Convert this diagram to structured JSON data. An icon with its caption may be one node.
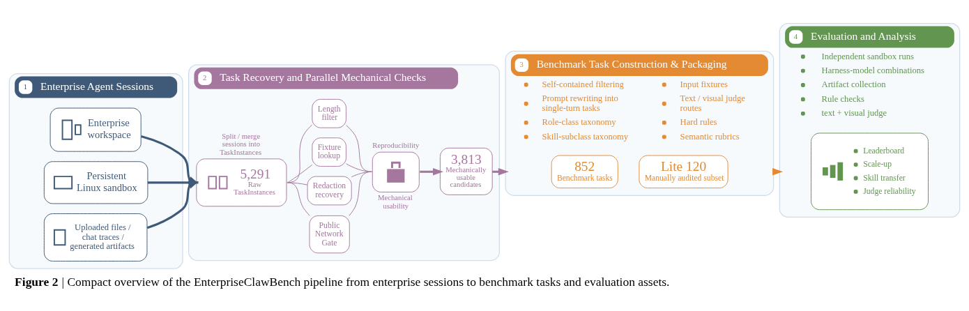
{
  "diagram": {
    "caption": "**Figure 2** | Compact overview of the EnterpriseClawBench pipeline from enterprise sessions to benchmark tasks and evaluation assets.",
    "nodes": [
      {
        "text": [
          "1",
          "Enterprise Agent Sessions"
        ]
      },
      {
        "text": [
          "Enterprise workspace"
        ],
        "in": 0
      },
      {
        "text": [
          "Persistent Linux sandbox"
        ],
        "in": 0
      },
      {
        "text": [
          "Uploaded files / chat traces / generated artifacts"
        ],
        "in": 0
      },
      {
        "text": [
          "2",
          "Task Recovery and Parallel Mechanical Checks"
        ]
      },
      {
        "text": [
          "5,291",
          "Raw TaskInstances"
        ],
        "beside": [
          "Split / merge sessions into TaskInstances"
        ],
        "in": 4
      },
      {
        "text": [
          "Length filter"
        ],
        "in": 4
      },
      {
        "text": [
          "Fixture lookup"
        ],
        "in": 4
      },
      {
        "text": [
          "Redaction recovery"
        ],
        "in": 4
      },
      {
        "text": [
          "Public Network Gate"
        ],
        "in": 4
      },
      {
        "text": [],
        "shape": "box",
        "beside": [
          "Reproducibility",
          "Mechanical usability"
        ],
        "in": 4
      },
      {
        "text": [
          "3,813",
          "Mechanically usable candidates"
        ],
        "in": 4
      },
      {
        "text": [
          "3",
          "Benchmark Task Construction & Packaging",
          "Self-contained filtering",
          "Prompt rewriting into single-turn tasks",
          "Role-class taxonomy",
          "Skill-subclass taxonomy",
          "Input fixtures",
          "Text / visual judge routes",
          "Hard rules",
          "Semantic rubrics"
        ]
      },
      {
        "text": [
          "852",
          "Benchmark tasks"
        ],
        "in": 12
      },
      {
        "text": [
          "Lite 120",
          "Manually audited subset"
        ],
        "in": 12
      },
      {
        "text": [
          "4",
          "Evaluation and Analysis",
          "Independent sandbox runs",
          "Harness-model combinations",
          "Artifact collection",
          "Rule checks",
          "text + visual judge"
        ]
      },
      {
        "text": [
          "Leaderboard",
          "Scale-up",
          "Skill transfer",
          "Judge reliability"
        ],
        "in": 15
      }
    ],
    "edges": [
      {
        "from": 1,
        "to": 5,
        "arrow": "to",
        "style": "thick",
        "color": "#3f5a78"
      },
      {
        "from": 2,
        "to": 5,
        "arrow": "to",
        "style": "thick",
        "color": "#3f5a78"
      },
      {
        "from": 3,
        "to": 5,
        "arrow": "to",
        "style": "thick",
        "color": "#3f5a78"
      },
      {
        "from": 5,
        "to": 6,
        "arrow": "none"
      },
      {
        "from": 5,
        "to": 7,
        "arrow": "none"
      },
      {
        "from": 5,
        "to": 8,
        "arrow": "none"
      },
      {
        "from": 5,
        "to": 9,
        "arrow": "none"
      },
      {
        "from": 6,
        "to": 10,
        "arrow": "none"
      },
      {
        "from": 7,
        "to": 10,
        "arrow": "none"
      },
      {
        "from": 8,
        "to": 10,
        "arrow": "none"
      },
      {
        "from": 9,
        "to": 10,
        "arrow": "none"
      },
      {
        "from": 10,
        "to": 11,
        "arrow": "to",
        "style": "thick"
      },
      {
        "from": 11,
        "to": 12,
        "arrow": "to",
        "style": "thick"
      },
      {
        "from": 12,
        "to": 15,
        "arrow": "to",
        "style": "thick",
        "color": "#e48a32"
      }
    ]
  }
}
